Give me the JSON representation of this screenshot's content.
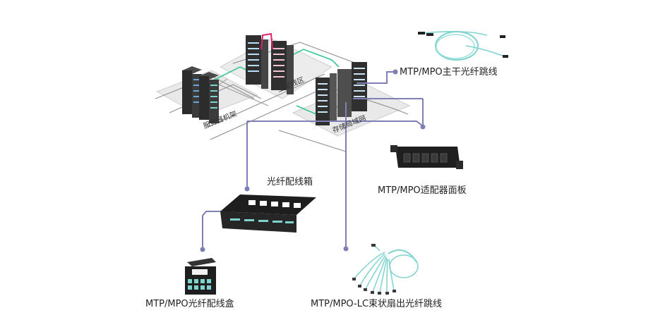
{
  "zones": {
    "server_rack": "服务器机架",
    "backbone": "主配线区",
    "storage": "存储局域网"
  },
  "components": {
    "trunk_cable": "MTP/MPO主干光纤跳线",
    "adapter_panel": "MTP/MPO适配器面板",
    "fiber_enclosure": "光纤配线箱",
    "cassette": "MTP/MPO光纤配线盒",
    "fanout_cable": "MTP/MPO-LC束状扇出光纤跳线"
  },
  "colors": {
    "connector_line": "#7f7fb8",
    "fiber_aqua": "#7fd3cf",
    "floor_gray": "#e6e6e6",
    "green_link": "#39c79a",
    "magenta_link": "#e0206a"
  }
}
